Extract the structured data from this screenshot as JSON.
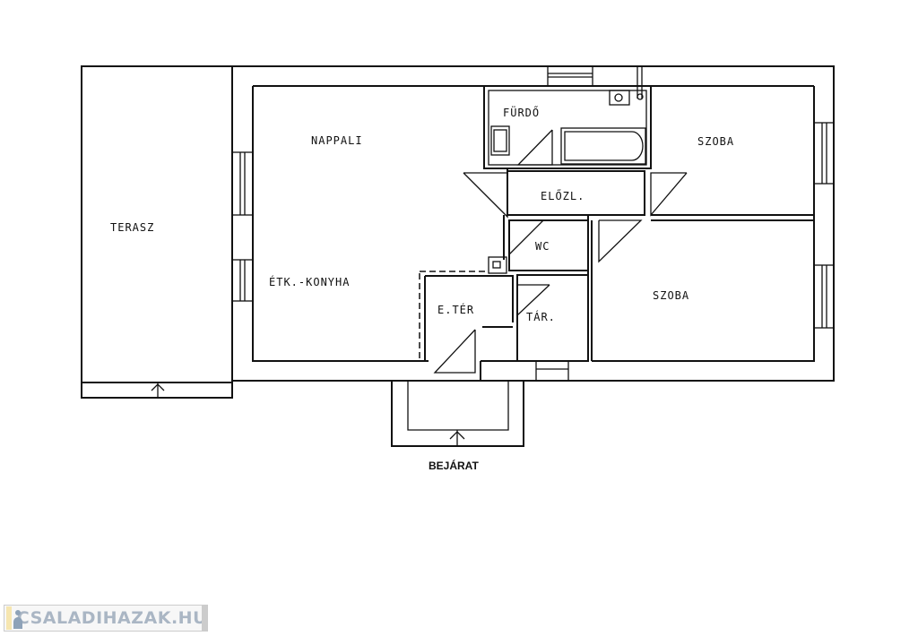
{
  "plan": {
    "rooms": {
      "terasz": "TERASZ",
      "nappali": "NAPPALI",
      "furdo": "FÜRDŐ",
      "szoba1": "SZOBA",
      "szoba2": "SZOBA",
      "eloszoba": "ELŐZL.",
      "wc": "WC",
      "konyha": "ÉTK.-KONYHA",
      "eter": "E.TÉR",
      "tar": "TÁR."
    },
    "entrance": "BEJÁRAT"
  },
  "watermark": {
    "text": "CSALADIHAZAK.HU"
  }
}
